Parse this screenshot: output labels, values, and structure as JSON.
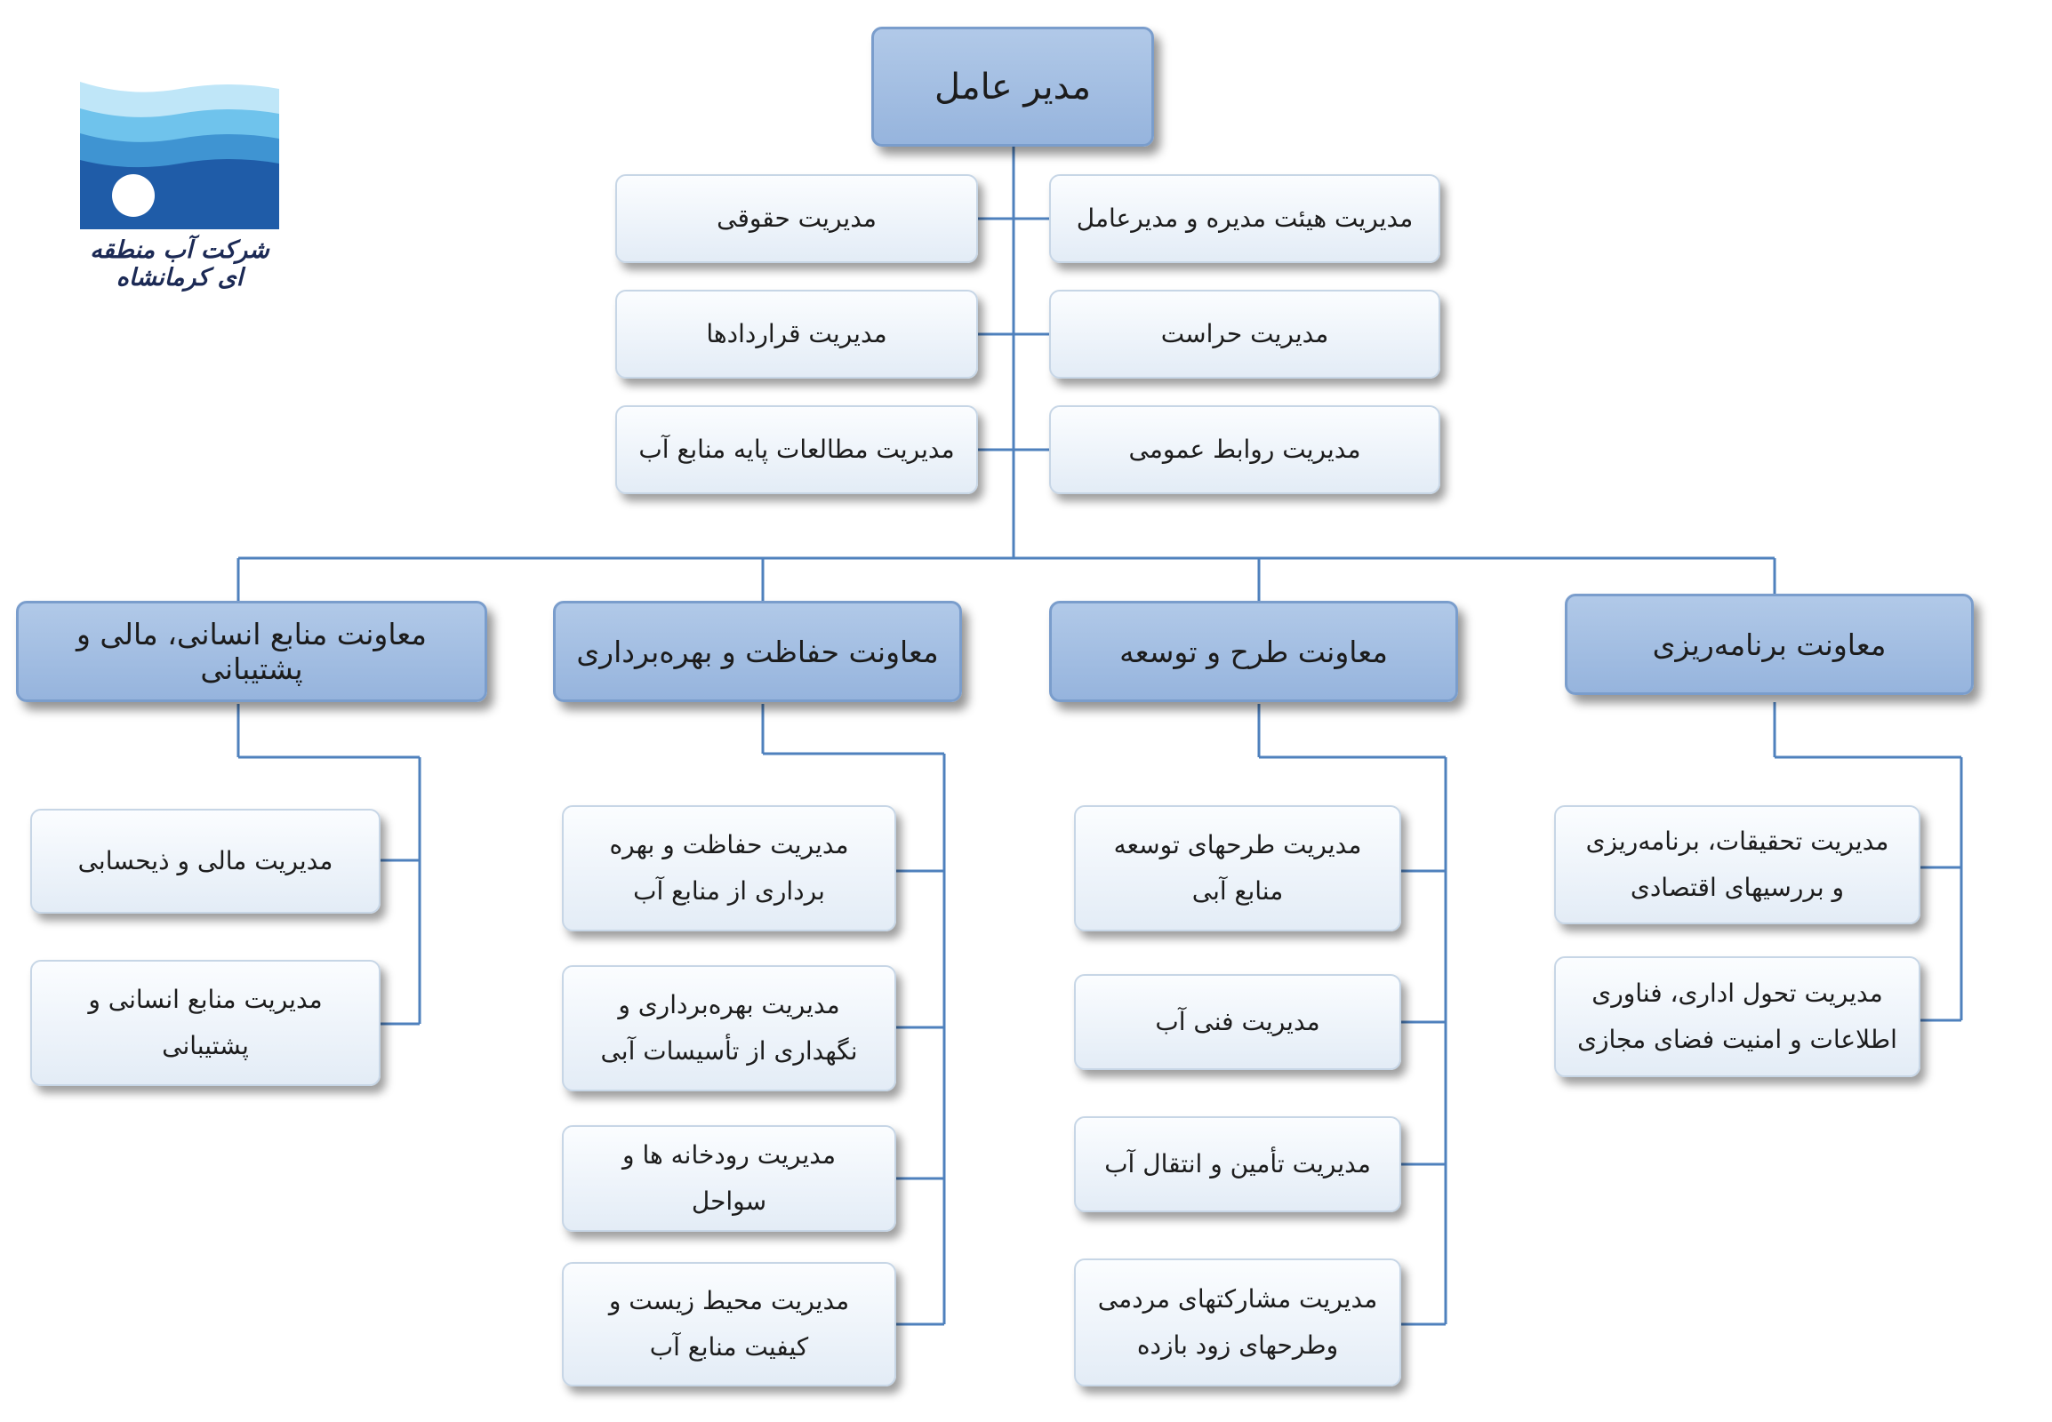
{
  "logo": {
    "name": "شرکت آب منطقه ای کرمانشاه",
    "colors": {
      "dark_blue": "#1f5ca8",
      "light_blue": "#6fc3ec",
      "sky": "#bfe6f8"
    }
  },
  "colors": {
    "connector": "#4f81bd",
    "header_fill": "#a5bfe3",
    "box_fill": "#eef3fa"
  },
  "root": {
    "label": "مدیر عامل"
  },
  "staff": {
    "right": [
      "مدیریت هیئت مدیره و مدیرعامل",
      "مدیریت حراست",
      "مدیریت روابط عمومی"
    ],
    "left": [
      "مدیریت حقوقی",
      "مدیریت قراردادها",
      "مدیریت مطالعات پایه منابع آب"
    ]
  },
  "deputies": [
    {
      "label": "معاونت برنامه‌ریزی",
      "units": [
        "مدیریت تحقیقات، برنامه‌ریزی و بررسیهای اقتصادی",
        "مدیریت تحول اداری، فناوری اطلاعات و امنیت فضای مجازی"
      ]
    },
    {
      "label": "معاونت طرح و توسعه",
      "units": [
        "مدیریت طرحهای توسعه منابع آبی",
        "مدیریت فنی آب",
        "مدیریت تأمین و انتقال آب",
        "مدیریت مشارکتهای مردمی وطرحهای زود بازده"
      ]
    },
    {
      "label": "معاونت حفاظت و بهره‌برداری",
      "units": [
        "مدیریت حفاظت و بهره برداری از منابع آب",
        "مدیریت بهره‌برداری و نگهداری از تأسیسات آبی",
        "مدیریت رودخانه ها و سواحل",
        "مدیریت محیط زیست و کیفیت منابع آب"
      ]
    },
    {
      "label": "معاونت منابع انسانی، مالی و پشتیبانی",
      "units": [
        "مدیریت مالی و ذیحسابی",
        "مدیریت منابع انسانی و پشتیبانی"
      ]
    }
  ]
}
